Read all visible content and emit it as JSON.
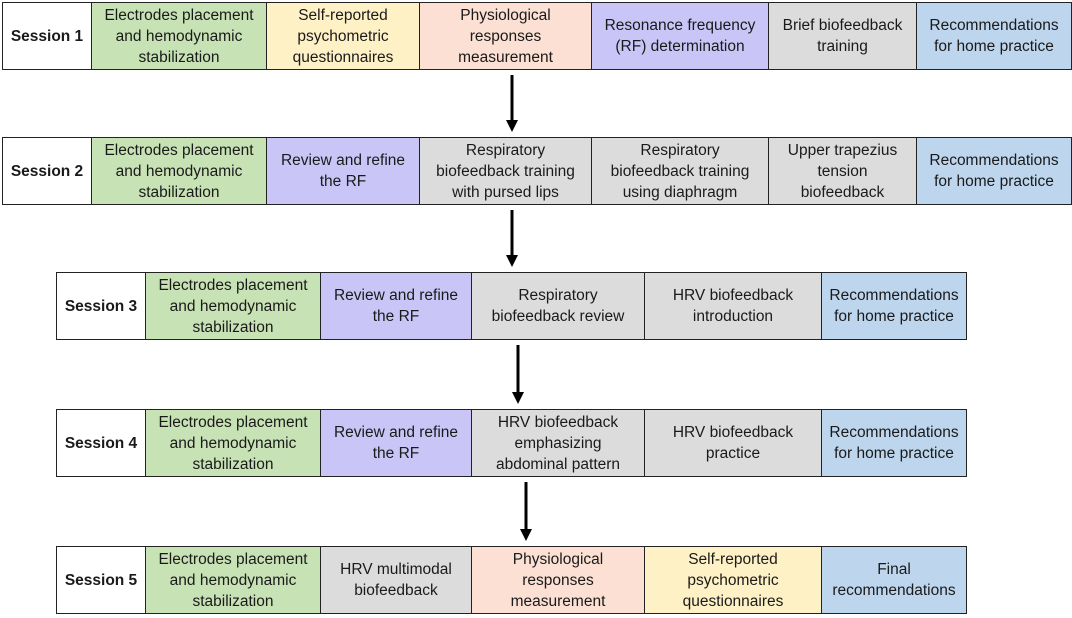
{
  "colors": {
    "green": "#c7e2b4",
    "yellow": "#fff1c6",
    "peach": "#fbe0d3",
    "purple": "#c9c6f7",
    "gray": "#dcdcdc",
    "blue": "#bdd6ee"
  },
  "sessions": [
    {
      "label": "Session 1",
      "steps": [
        {
          "text": "Electrodes placement\nand hemodynamic\nstabilization",
          "color": "green"
        },
        {
          "text": "Self-reported\npsychometric\nquestionnaires",
          "color": "yellow"
        },
        {
          "text": "Physiological\nresponses\nmeasurement",
          "color": "peach"
        },
        {
          "text": "Resonance frequency\n(RF) determination",
          "color": "purple"
        },
        {
          "text": "Brief biofeedback\ntraining",
          "color": "gray"
        },
        {
          "text": "Recommendations\nfor home practice",
          "color": "blue"
        }
      ]
    },
    {
      "label": "Session 2",
      "steps": [
        {
          "text": "Electrodes placement\nand hemodynamic\nstabilization",
          "color": "green"
        },
        {
          "text": "Review and refine\nthe RF",
          "color": "purple"
        },
        {
          "text": "Respiratory\nbiofeedback training\nwith pursed lips",
          "color": "gray"
        },
        {
          "text": "Respiratory\nbiofeedback training\nusing diaphragm",
          "color": "gray"
        },
        {
          "text": "Upper trapezius\ntension\nbiofeedback",
          "color": "gray"
        },
        {
          "text": "Recommendations\nfor home practice",
          "color": "blue"
        }
      ]
    },
    {
      "label": "Session 3",
      "steps": [
        {
          "text": "Electrodes placement\nand hemodynamic\nstabilization",
          "color": "green"
        },
        {
          "text": "Review and refine\nthe RF",
          "color": "purple"
        },
        {
          "text": "Respiratory\nbiofeedback review",
          "color": "gray"
        },
        {
          "text": "HRV biofeedback\nintroduction",
          "color": "gray"
        },
        {
          "text": "Recommendations\nfor home practice",
          "color": "blue"
        }
      ]
    },
    {
      "label": "Session 4",
      "steps": [
        {
          "text": "Electrodes placement\nand hemodynamic\nstabilization",
          "color": "green"
        },
        {
          "text": "Review and refine\nthe RF",
          "color": "purple"
        },
        {
          "text": "HRV biofeedback\nemphasizing\nabdominal pattern",
          "color": "gray"
        },
        {
          "text": "HRV biofeedback\npractice",
          "color": "gray"
        },
        {
          "text": "Recommendations\nfor home practice",
          "color": "blue"
        }
      ]
    },
    {
      "label": "Session 5",
      "steps": [
        {
          "text": "Electrodes placement\nand hemodynamic\nstabilization",
          "color": "green"
        },
        {
          "text": "HRV multimodal\nbiofeedback",
          "color": "gray"
        },
        {
          "text": "Physiological\nresponses\nmeasurement",
          "color": "peach"
        },
        {
          "text": "Self-reported\npsychometric\nquestionnaires",
          "color": "yellow"
        },
        {
          "text": "Final\nrecommendations",
          "color": "blue"
        }
      ]
    }
  ]
}
